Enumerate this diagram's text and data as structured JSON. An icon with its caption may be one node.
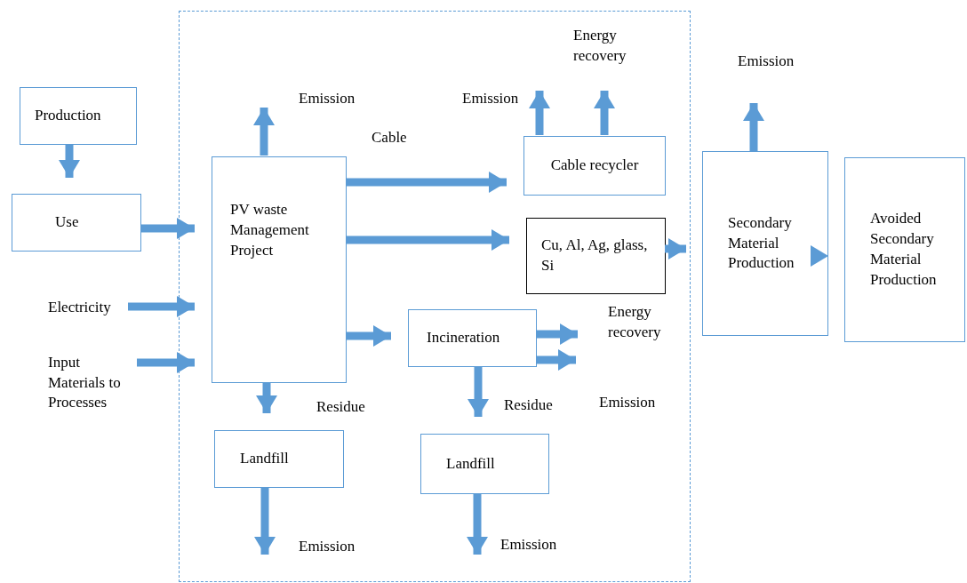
{
  "diagram": {
    "nodes": [
      {
        "text": [
          "Production"
        ]
      },
      {
        "text": [
          "Use"
        ]
      },
      {
        "text": [],
        "shape": "box"
      },
      {
        "text": [
          "PV waste Management Project"
        ],
        "in": 2
      },
      {
        "text": [
          "Cable recycler"
        ],
        "in": 2
      },
      {
        "text": [
          "Cu, Al, Ag, glass, Si"
        ],
        "in": 2
      },
      {
        "text": [
          "Incineration"
        ],
        "in": 2
      },
      {
        "text": [
          "Landfill"
        ],
        "in": 2
      },
      {
        "text": [
          "Landfill"
        ],
        "in": 2
      },
      {
        "text": [
          "Secondary Material Production"
        ]
      },
      {
        "text": [
          "Avoided Secondary Material Production"
        ]
      },
      {
        "text": [
          "Electricity"
        ]
      },
      {
        "text": [
          "Input Materials to Processes"
        ]
      }
    ],
    "edges": [
      {
        "from": 0,
        "to": 1,
        "arrow": "to"
      },
      {
        "from": 1,
        "to": 3,
        "arrow": "to"
      },
      {
        "from": 11,
        "to": 3,
        "arrow": "to"
      },
      {
        "from": 12,
        "to": 3,
        "arrow": "to"
      },
      {
        "from": 3,
        "to": null,
        "arrow": "to",
        "label": "Emission"
      },
      {
        "from": 3,
        "to": 4,
        "arrow": "to",
        "label": "Cable"
      },
      {
        "from": 3,
        "to": 5,
        "arrow": "to"
      },
      {
        "from": 3,
        "to": 6,
        "arrow": "to"
      },
      {
        "from": 3,
        "to": 7,
        "arrow": "to",
        "label": "Residue"
      },
      {
        "from": 7,
        "to": null,
        "arrow": "to",
        "label": "Emission"
      },
      {
        "from": 6,
        "to": 8,
        "arrow": "to",
        "label": "Residue"
      },
      {
        "from": 8,
        "to": null,
        "arrow": "to",
        "label": "Emission"
      },
      {
        "from": 4,
        "to": null,
        "arrow": "to",
        "label": "Emission"
      },
      {
        "from": 4,
        "to": null,
        "arrow": "to",
        "label": "Energy recovery"
      },
      {
        "from": 6,
        "to": null,
        "arrow": "to",
        "label": "Energy recovery"
      },
      {
        "from": 6,
        "to": null,
        "arrow": "to",
        "label": "Emission"
      },
      {
        "from": 5,
        "to": 9,
        "arrow": "to"
      },
      {
        "from": 9,
        "to": null,
        "arrow": "to",
        "label": "Emission"
      },
      {
        "from": 9,
        "to": 10,
        "arrow": "to"
      }
    ]
  }
}
